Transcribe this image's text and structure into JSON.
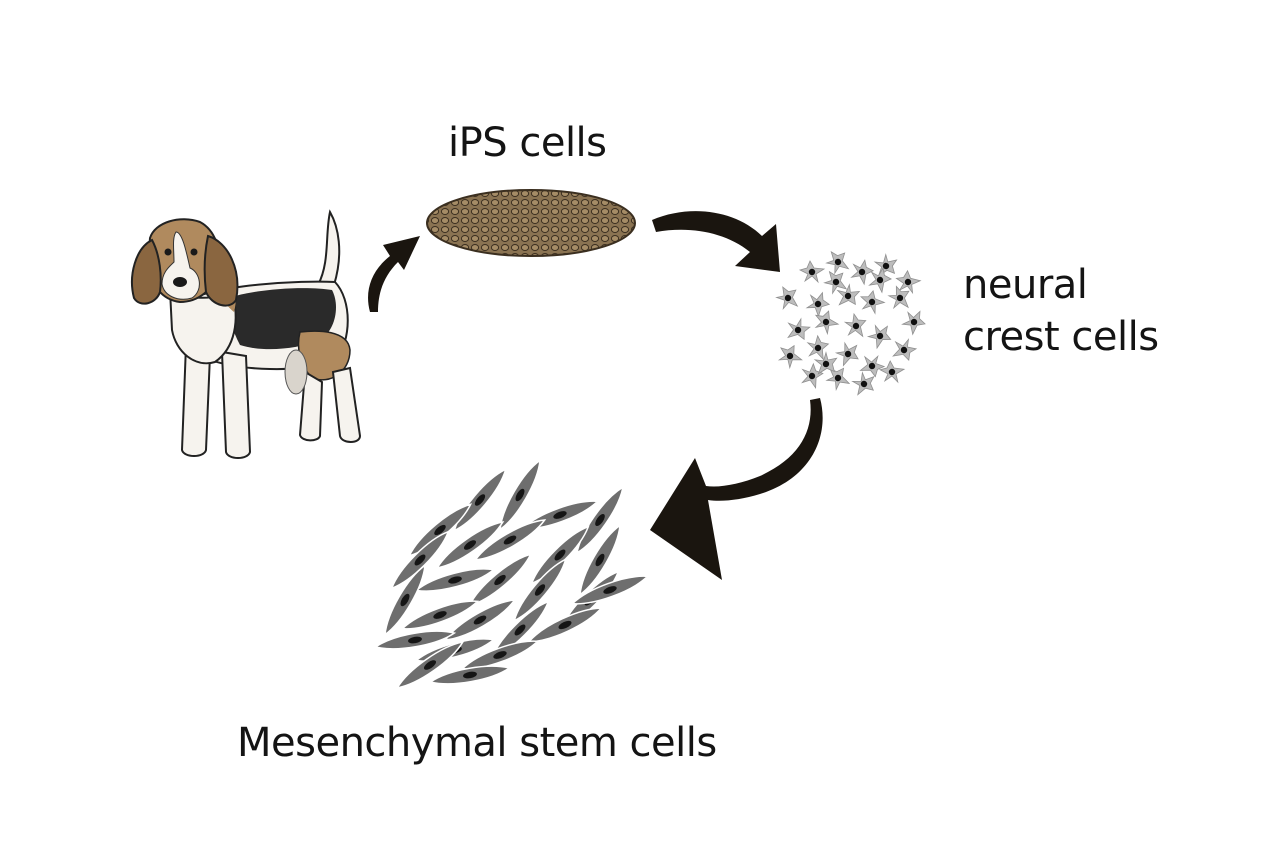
{
  "labels": {
    "ips": "iPS cells",
    "neural_line1": "neural",
    "neural_line2": "crest cells",
    "mesenchymal": "Mesenchymal stem cells"
  },
  "colors": {
    "arrow": "#1a150f",
    "ips_fill": "#8a7352",
    "ips_cell_line": "#3b2f20",
    "neural_cell": "#bdbdbd",
    "neural_nucleus": "#111111",
    "msc_cell": "#6e6e6e",
    "msc_nucleus": "#151515",
    "dog_tan": "#b08a5e",
    "dog_black": "#2a2a2a",
    "dog_white": "#f6f3ee"
  }
}
